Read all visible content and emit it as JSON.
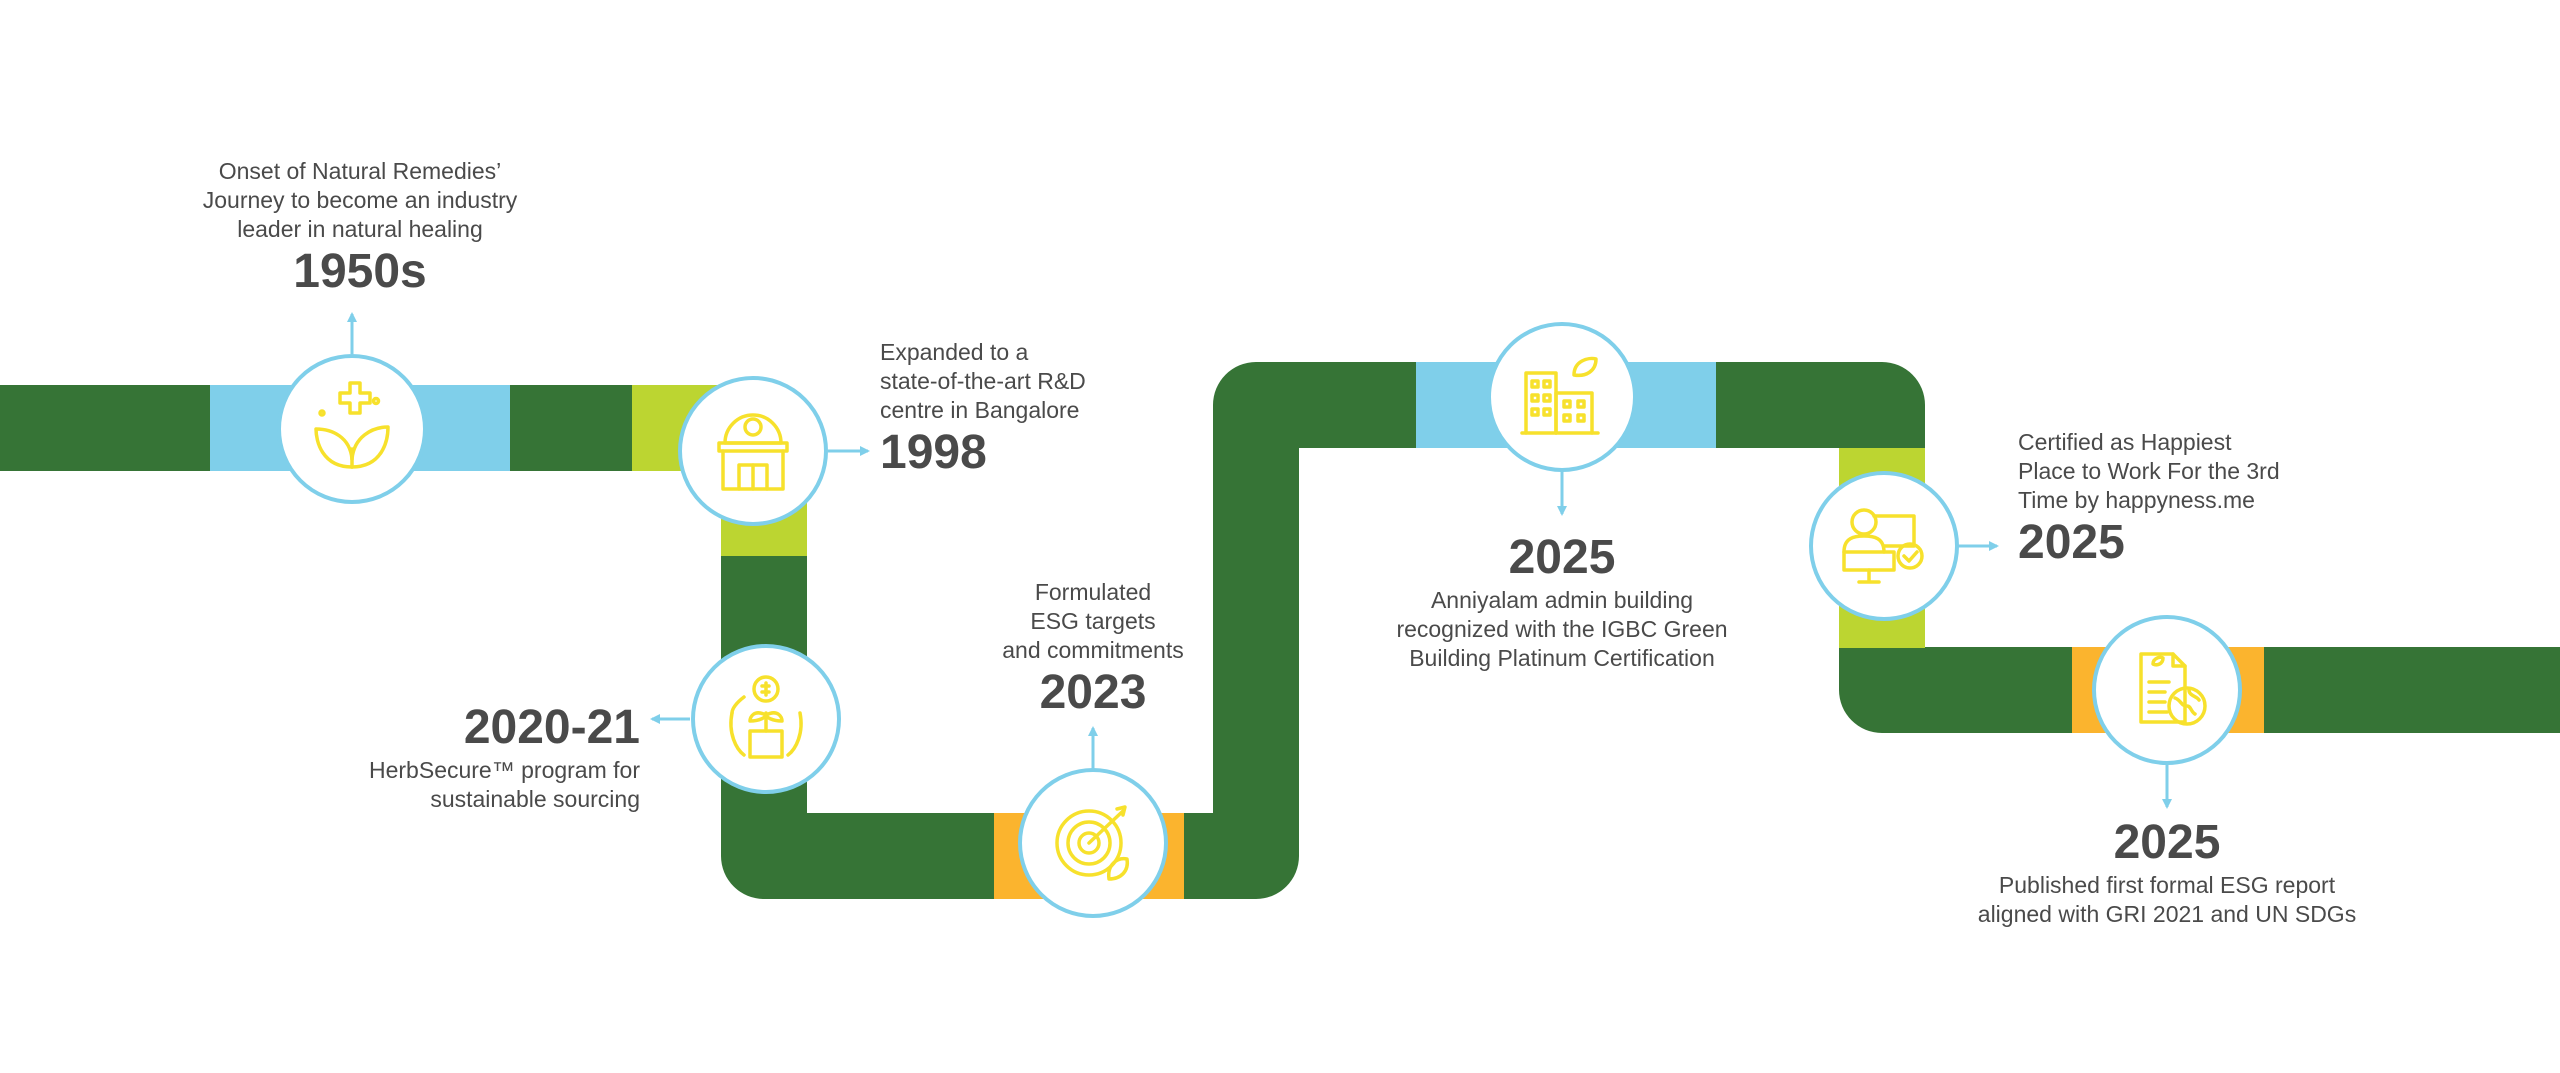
{
  "colors": {
    "road_green": "#367436",
    "accent_blue": "#7fcfea",
    "accent_lime": "#bcd531",
    "accent_orange": "#fbb42e",
    "icon_yellow": "#f7e12c",
    "circle_border": "#7fcfea",
    "text": "#4a4a4a"
  },
  "milestones": [
    {
      "id": "m1950s",
      "year": "1950s",
      "icon": "herbal-medicine-icon",
      "description": [
        "Onset of Natural Remedies’",
        "Journey to become an industry",
        "leader in natural healing"
      ]
    },
    {
      "id": "m1998",
      "year": "1998",
      "icon": "research-centre-icon",
      "description": [
        "Expanded to a",
        "state-of-the-art R&D",
        "centre in Bangalore"
      ]
    },
    {
      "id": "m2020",
      "year": "2020-21",
      "icon": "sustainable-growth-icon",
      "description": [
        "HerbSecure™ program for",
        "sustainable sourcing"
      ]
    },
    {
      "id": "m2023",
      "year": "2023",
      "icon": "target-icon",
      "description": [
        "Formulated",
        "ESG targets",
        "and commitments"
      ]
    },
    {
      "id": "m2025a",
      "year": "2025",
      "icon": "green-building-icon",
      "description": [
        "Anniyalam admin building",
        "recognized with the IGBC Green",
        "Building Platinum Certification"
      ]
    },
    {
      "id": "m2025b",
      "year": "2025",
      "icon": "happy-workplace-icon",
      "description": [
        "Certified as Happiest",
        "Place to Work For the 3rd",
        "Time by happyness.me"
      ]
    },
    {
      "id": "m2025c",
      "year": "2025",
      "icon": "esg-report-icon",
      "description": [
        "Published first formal ESG report",
        "aligned with GRI 2021 and UN SDGs"
      ]
    }
  ]
}
